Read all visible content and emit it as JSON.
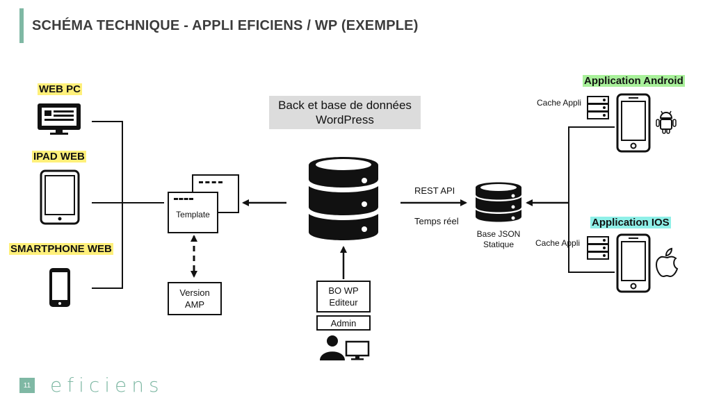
{
  "header": {
    "title": "SCHÉMA TECHNIQUE - APPLI EFICIENS / WP (EXEMPLE)"
  },
  "clients": {
    "web_pc": "WEB PC",
    "ipad_web": "IPAD WEB",
    "smartphone_web": "SMARTPHONE WEB"
  },
  "template": {
    "label": "Template"
  },
  "amp": {
    "line1": "Version",
    "line2": "AMP"
  },
  "backend": {
    "line1": "Back et base de données",
    "line2": "WordPress"
  },
  "bo": {
    "line1": "BO WP",
    "line2": "Editeur",
    "admin": "Admin"
  },
  "api": {
    "rest": "REST API",
    "realtime": "Temps réel"
  },
  "json_store": {
    "line1": "Base JSON",
    "line2": "Statique"
  },
  "android": {
    "title": "Application Android",
    "cache": "Cache Appli"
  },
  "ios": {
    "title": "Application IOS",
    "cache": "Cache Appli"
  },
  "footer": {
    "page": "11",
    "logo": "eficiens"
  },
  "colors": {
    "accent": "#7fb8a4",
    "yellow": "#fff07a",
    "green": "#a8f09a",
    "cyan": "#8ff0e8",
    "grey": "#dcdcdc"
  }
}
